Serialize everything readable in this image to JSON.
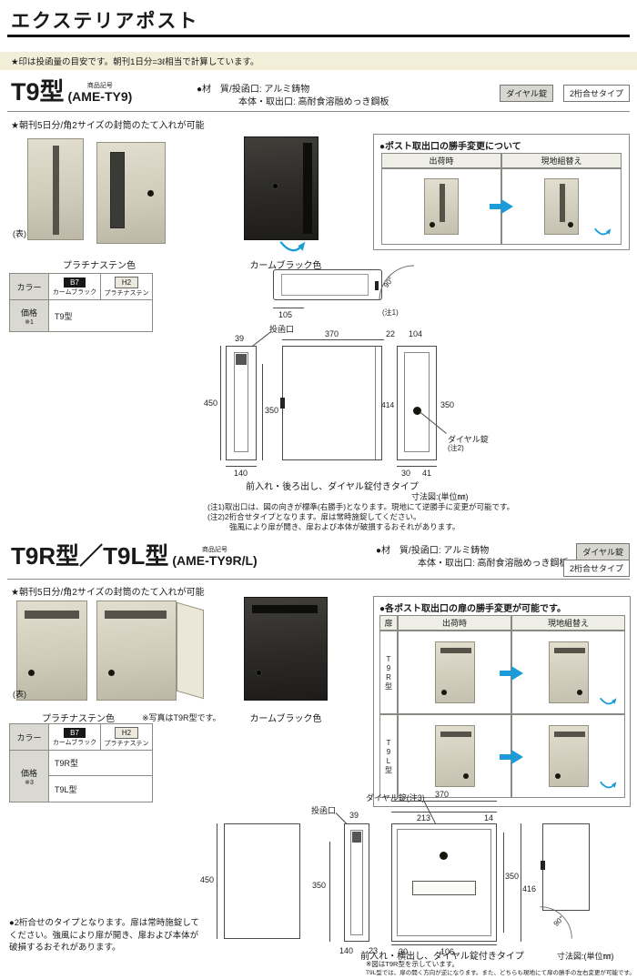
{
  "page": {
    "title": "エクステリアポスト",
    "top_note": "★印は投函量の目安です。朝刊1日分=3ℓ相当で計算しています。"
  },
  "colors": {
    "accent_blue": "#1b9cd8",
    "platinum_beige": "#d6d2c2",
    "calm_black": "#2b2a27",
    "note_bar_bg": "#f3eed8",
    "table_header_bg": "#d9d9d1"
  },
  "section1": {
    "model": "T9型",
    "code_label": "商品記号",
    "code": "(AME-TY9)",
    "material_label": "●材　質/",
    "material_line1": "投函口: アルミ鋳物",
    "material_line2": "本体・取出口: 高耐食溶融めっき鋼板",
    "tag_lock": "ダイヤル錠",
    "tag_type": "2桁合せタイプ",
    "feature": "★朝刊5日分/角2サイズの封筒のたて入れが可能",
    "front_label": "(表)",
    "platinum_label": "プラチナステン色",
    "black_label": "カームブラック色",
    "change_box_title": "●ポスト取出口の勝手変更について",
    "change_col1": "出荷時",
    "change_col2": "現地組替え",
    "color_table": {
      "color_header": "カラー",
      "b7_code": "B7",
      "b7_name": "カームブラック",
      "h2_code": "H2",
      "h2_name": "プラチナステン",
      "price_label": "価格",
      "price_ref": "※1",
      "row1": "T9型"
    },
    "dims": {
      "slot": "投函口",
      "d105": "105",
      "note1": "(注1)",
      "angle": "90°",
      "w39": "39",
      "h450": "450",
      "h350f": "350",
      "w140": "140",
      "w370": "370",
      "d22": "22",
      "w104": "104",
      "h414": "414",
      "h350b": "350",
      "d30": "30",
      "d41": "41",
      "dial": "ダイヤル錠",
      "dial_note": "(注2)"
    },
    "caption": "前入れ・後ろ出し、ダイヤル錠付きタイプ",
    "unit": "寸法図:(単位㎜)",
    "note1": "(注1)取出口は、図の向きが標準(右勝手)となります。現地にて逆勝手に変更が可能です。",
    "note2": "(注2)2桁合せタイプとなります。扉は常時施錠してください。",
    "note3": "強風により扉が開き、扉および本体が破損するおそれがあります。"
  },
  "section2": {
    "model": "T9R型／T9L型",
    "code_label": "商品記号",
    "code": "(AME-TY9R/L)",
    "material_label": "●材　質/",
    "material_line1": "投函口: アルミ鋳物",
    "material_line2": "本体・取出口: 高耐食溶融めっき鋼板",
    "tag_lock": "ダイヤル錠",
    "tag_type": "2桁合せタイプ",
    "feature": "★朝刊5日分/角2サイズの封筒のたて入れが可能",
    "front_label": "(表)",
    "platinum_label": "プラチナステン色",
    "photo_note": "※写真はT9R型です。",
    "black_label": "カームブラック色",
    "change_box_title": "●各ポスト取出口の扉の勝手変更が可能です。",
    "change_door_header": "扉",
    "change_col1": "出荷時",
    "change_col2": "現地組替え",
    "change_row1": "T9R型",
    "change_row2": "T9L型",
    "color_table": {
      "color_header": "カラー",
      "b7_code": "B7",
      "b7_name": "カームブラック",
      "h2_code": "H2",
      "h2_name": "プラチナステン",
      "price_label": "価格",
      "price_ref": "※3",
      "row1": "T9R型",
      "row2": "T9L型"
    },
    "dims": {
      "slot": "投函口",
      "w39": "39",
      "h450": "450",
      "h350f": "350",
      "w140": "140",
      "d23": "23",
      "dial": "ダイヤル錠(注3)",
      "w370": "370",
      "w213": "213",
      "d14": "14",
      "d30": "30",
      "d106": "106",
      "h350b": "350",
      "h416": "416",
      "angle": "90°"
    },
    "caption": "前入れ・横出し、ダイヤル錠付きタイプ",
    "unit": "寸法図:(単位㎜)",
    "left_note": "●2桁合せのタイプとなります。扉は常時施錠してください。強風により扉が開き、扉および本体が破損するおそれがあります。",
    "bottom_note1": "※図はT9R型を示しています。",
    "bottom_note2": "T9L型では、扉の開く方向が逆になります。また、どちらも現地にて扉の勝手の左右変更が可能です。"
  }
}
